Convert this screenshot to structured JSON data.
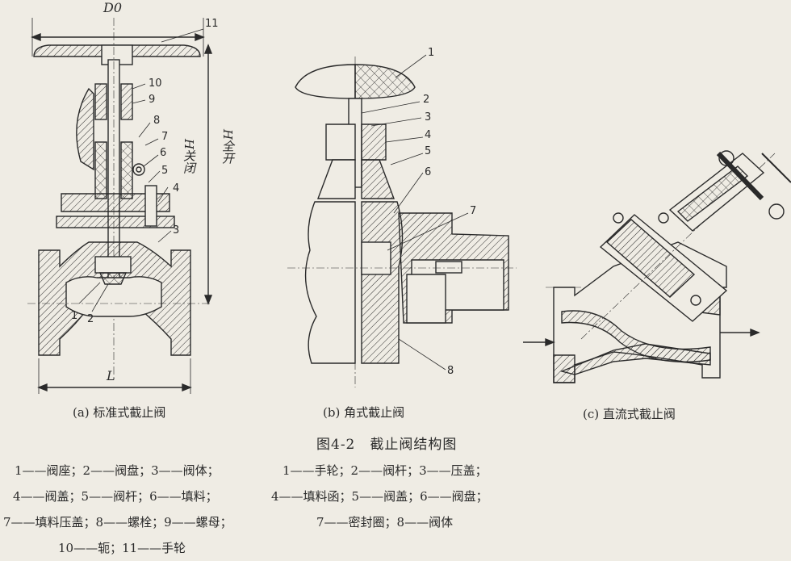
{
  "diagram": {
    "fig_a": {
      "caption": "(a) 标准式截止阀",
      "dim_d0": "D0",
      "dim_l": "L",
      "dim_h_closed": "H关闭",
      "dim_h_open": "H全开",
      "callouts": [
        "1",
        "2",
        "3",
        "4",
        "5",
        "6",
        "7",
        "8",
        "9",
        "10",
        "11"
      ]
    },
    "fig_b": {
      "caption": "(b) 角式截止阀",
      "callouts": [
        "1",
        "2",
        "3",
        "4",
        "5",
        "6",
        "7",
        "8"
      ]
    },
    "fig_c": {
      "caption": "(c) 直流式截止阀"
    },
    "figure_title": "图4-2　截止阀结构图",
    "legend_a": [
      "1——阀座；2——阀盘；3——阀体；",
      "4——阀盖；5——阀杆；6——填料；",
      "7——填料压盖；8——螺栓；9——螺母；",
      "10——轭；11——手轮"
    ],
    "legend_b": [
      "1——手轮；2——阀杆；3——压盖；",
      "4——填料函；5——阀盖；6——阀盘；",
      "7——密封圈；8——阀体"
    ]
  }
}
